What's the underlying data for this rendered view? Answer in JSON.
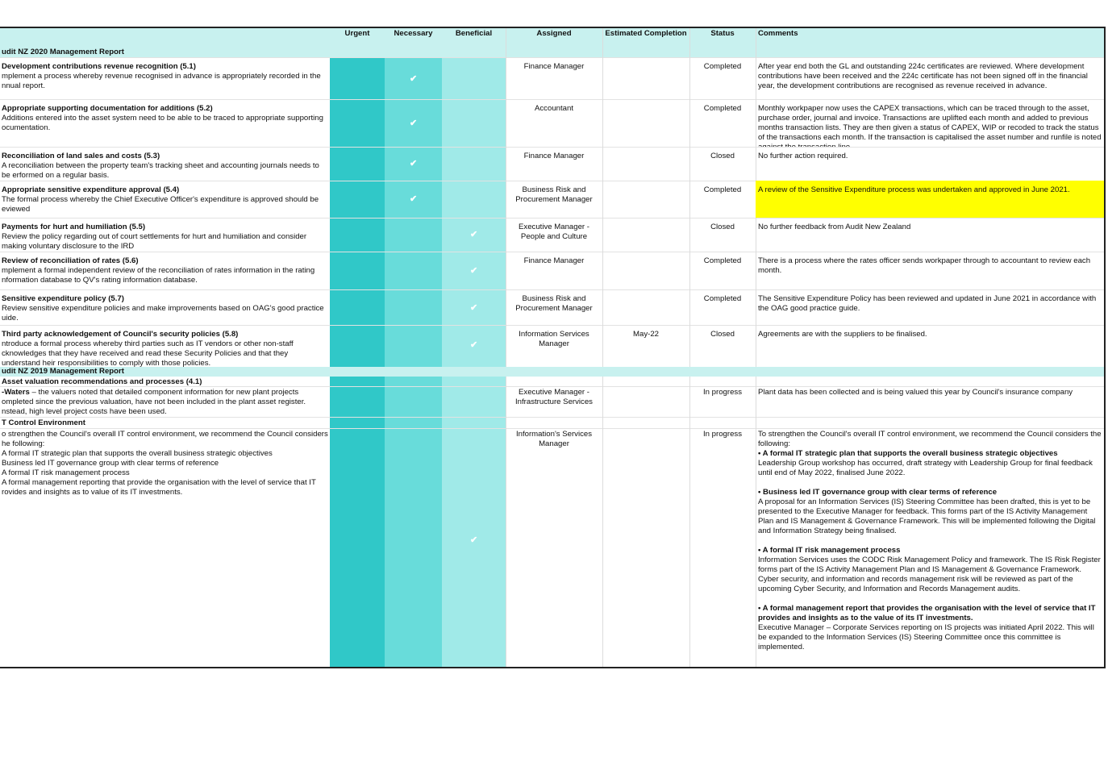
{
  "header": {
    "urgent": "Urgent",
    "necessary": "Necessary",
    "beneficial": "Beneficial",
    "assigned": "Assigned",
    "estimated_completion": "Estimated Completion",
    "status": "Status",
    "comments": "Comments"
  },
  "colors": {
    "urgent": "#30c8c8",
    "necessary": "#68dcda",
    "beneficial": "#a0eae8",
    "header": "#c8f1ef",
    "highlight": "#ffff00"
  },
  "section_2020": "udit NZ 2020 Management Report",
  "section_2019": "udit NZ 2019 Management Report",
  "rows": [
    {
      "title": "Development contributions revenue recognition (5.1)",
      "body": "mplement a process whereby revenue recognised in advance is appropriately recorded in the nnual report.",
      "assigned": "Finance Manager",
      "est": "",
      "status": "Completed",
      "comment": "After year end both the GL and outstanding 224c certificates are reviewed. Where development contributions have been received and the 224c certificate has not been signed off in the financial year, the development contributions are recognised as revenue received in advance.",
      "priority": "necessary"
    },
    {
      "title": "Appropriate supporting documentation for additions (5.2)",
      "body": "Additions entered into the asset system need to be able to be traced to appropriate supporting ocumentation.",
      "assigned": "Accountant",
      "est": "",
      "status": "Completed",
      "comment": "Monthly workpaper now uses the CAPEX transactions, which can be traced through to the asset, purchase order, journal and invoice. Transactions are uplifted each month and added to previous months transaction lists. They are then given a status of CAPEX, WIP or recoded to track the status of the transactions each month. If the transaction is capitalised the asset number and runfile is noted against the transaction line.",
      "priority": "necessary"
    },
    {
      "title": "Reconciliation of land sales and costs (5.3)",
      "body": "A reconciliation between the property team's tracking sheet and accounting journals needs to be erformed on a regular basis.",
      "assigned": "Finance Manager",
      "est": "",
      "status": "Closed",
      "comment": "No further action required.",
      "priority": "necessary"
    },
    {
      "title": "Appropriate sensitive expenditure approval (5.4)",
      "body": "The formal process whereby the Chief Executive Officer's expenditure is approved should be eviewed",
      "assigned": "Business Risk and Procurement Manager",
      "est": "",
      "status": "Completed",
      "comment": "A review of the Sensitive Expenditure process was undertaken and approved in June 2021.",
      "priority": "necessary",
      "highlight": true
    },
    {
      "title": "Payments for hurt and humiliation (5.5)",
      "body": "Review the policy regarding out of court settlements for hurt and humiliation and consider making voluntary disclosure to the IRD",
      "assigned": "Executive Manager - People and Culture",
      "est": "",
      "status": "Closed",
      "comment": "No further feedback from Audit New Zealand",
      "priority": "beneficial"
    },
    {
      "title": "Review of reconciliation of rates (5.6)",
      "body": "mplement a formal independent review of the reconciliation of rates information in the rating nformation database to QV's rating information database.",
      "assigned": "Finance Manager",
      "est": "",
      "status": "Completed",
      "comment": "There is a process where the rates officer sends workpaper through to accountant to review each month.",
      "priority": "beneficial"
    },
    {
      "title": "Sensitive expenditure policy (5.7)",
      "body": "Review sensitive expenditure policies and make improvements based on OAG's good practice uide.",
      "assigned": "Business Risk and Procurement Manager",
      "est": "",
      "status": "Completed",
      "comment": "The Sensitive Expenditure Policy has been reviewed and updated in June 2021 in accordance with the OAG good practice guide.",
      "priority": "beneficial"
    },
    {
      "title": "Third party acknowledgement of Council's security policies (5.8)",
      "body": "ntroduce a formal process whereby third parties such as IT vendors or other non-staff cknowledges that they have received and read these Security Policies and that they understand heir responsibilities to comply with those policies.",
      "assigned": "Information Services Manager",
      "est": "May-22",
      "status": "Closed",
      "comment": "Agreements are with the suppliers to be finalised.",
      "priority": "beneficial"
    }
  ],
  "sub_2019_a": "Asset valuation recommendations and processes (4.1)",
  "row_3waters": {
    "title": "-Waters",
    "body": " – the valuers noted that detailed component information for new plant projects ompleted since the previous valuation, have not been included in the plant asset register. nstead, high level project costs have been used.",
    "assigned": "Executive Manager - Infrastructure Services",
    "status": "In progress",
    "comment": "Plant data has been collected and is being valued this year by Council's insurance company"
  },
  "sub_2019_b": "T Control Environment",
  "row_it": {
    "body_lines": [
      "o strengthen the Council's overall IT control environment, we recommend the Council considers",
      "he following:",
      " A formal IT strategic plan that supports the overall business strategic objectives",
      " Business led IT governance group with clear terms of reference",
      " A formal IT risk management process",
      " A formal management reporting that provide the organisation with the level of service that IT",
      "rovides and insights as to value of its IT investments."
    ],
    "assigned": "Information's Services Manager",
    "status": "In progress",
    "comment_intro": "To strengthen the Council's overall IT control environment, we recommend the Council considers the following:",
    "items": [
      {
        "head": "•  A formal IT strategic plan that supports the overall business strategic objectives",
        "text": "Leadership Group workshop has occurred, draft strategy with Leadership Group for final feedback until end of May 2022, finalised June 2022."
      },
      {
        "head": "•  Business led IT governance group with clear terms of reference",
        "text": "A proposal for an Information Services (IS) Steering Committee has been drafted, this is yet to be presented to the Executive Manager for feedback. This forms part of the IS Activity Management Plan and IS  Management & Governance Framework. This will be implemented following the Digital and Information Strategy being finalised."
      },
      {
        "head": "•  A formal IT risk management process",
        "text": "Information Services uses the CODC Risk Management Policy and framework. The IS Risk Register forms part of the IS Activity Management Plan and IS Management & Governance Framework. Cyber security, and information and records management risk will be reviewed as part of the upcoming Cyber Security, and Information and Records Management audits."
      },
      {
        "head": "•  A formal management report that provides the organisation with the level of service that IT provides and insights as to the value of its IT investments.",
        "text": "Executive Manager – Corporate Services reporting on IS projects was initiated April 2022. This will be expanded to the Information Services (IS) Steering Committee once this committee is implemented."
      }
    ]
  },
  "checkmark": "✔"
}
